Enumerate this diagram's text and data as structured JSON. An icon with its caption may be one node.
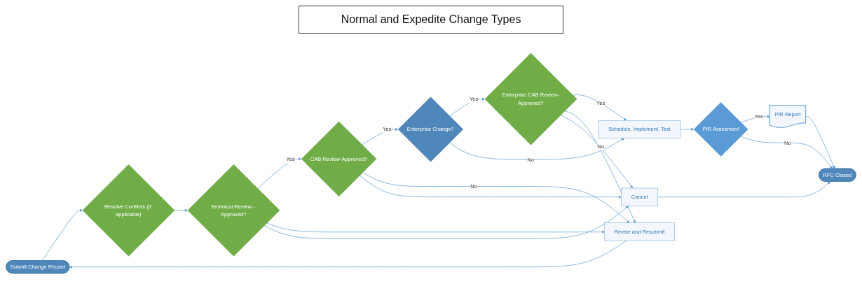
{
  "diagram": {
    "title": "Normal and Expedite Change Types",
    "nodes": [
      {
        "text": [
          "Submit Change Record"
        ]
      },
      {
        "text": [
          "Resolve Conflicts (if applicable)"
        ]
      },
      {
        "text": [
          "PIR Report"
        ]
      },
      {
        "text": [
          "Technical Review - Approved?"
        ]
      },
      {
        "text": [
          "CAB Review-Approved?"
        ]
      },
      {
        "text": [
          "Enterprise Change?"
        ]
      },
      {
        "text": [
          "Enterprise CAB Review-Approved?"
        ]
      },
      {
        "text": [
          "Schedule, Implement, Test"
        ]
      },
      {
        "text": [
          "PIR Assesment"
        ]
      },
      {
        "text": [
          "RFC Closed"
        ]
      },
      {
        "text": [
          "Revise and Resubmit"
        ]
      },
      {
        "text": [
          "Cancel"
        ]
      }
    ],
    "edges": [
      {
        "from": 0,
        "to": 1,
        "arrow": "to"
      },
      {
        "from": 1,
        "to": 3,
        "arrow": "to"
      },
      {
        "from": 3,
        "to": 4,
        "label": "Yes",
        "arrow": "to"
      },
      {
        "from": 4,
        "to": 5,
        "label": "Yes",
        "arrow": "to"
      },
      {
        "from": 5,
        "to": 6,
        "label": "Yes",
        "arrow": "to"
      },
      {
        "from": 5,
        "to": 7,
        "label": "No",
        "arrow": "to"
      },
      {
        "from": 6,
        "to": 7,
        "label": "Yes",
        "arrow": "to"
      },
      {
        "from": 7,
        "to": 8,
        "arrow": "to"
      },
      {
        "from": 8,
        "to": 2,
        "label": "Yes",
        "arrow": "to"
      },
      {
        "from": 8,
        "to": 9,
        "label": "No",
        "arrow": "to"
      },
      {
        "from": 2,
        "to": 9,
        "arrow": "to"
      },
      {
        "from": 3,
        "to": 10,
        "arrow": "to"
      },
      {
        "from": 3,
        "to": 11,
        "arrow": "to"
      },
      {
        "from": 4,
        "to": 10,
        "label": "No",
        "arrow": "to"
      },
      {
        "from": 4,
        "to": 11,
        "arrow": "to"
      },
      {
        "from": 6,
        "to": 10,
        "arrow": "to"
      },
      {
        "from": 6,
        "to": 11,
        "label": "No",
        "arrow": "to"
      },
      {
        "from": 10,
        "to": 0,
        "arrow": "to"
      },
      {
        "from": 11,
        "to": 9,
        "arrow": "to"
      }
    ]
  }
}
